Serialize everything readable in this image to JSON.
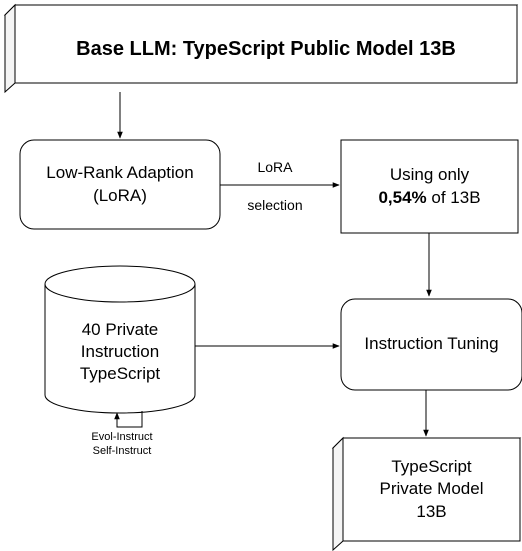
{
  "nodes": {
    "base": {
      "title": "Base LLM: TypeScript Public Model 13B"
    },
    "lora": {
      "line1": "Low-Rank Adaption",
      "line2": "(LoRA)"
    },
    "using": {
      "line1": "Using only",
      "percent": "0,54%",
      "suffix": " of 13B"
    },
    "private_data": {
      "line1": "40 Private",
      "line2": "Instruction",
      "line3": "TypeScript"
    },
    "tuning": {
      "label": "Instruction Tuning"
    },
    "private_model": {
      "line1": "TypeScript",
      "line2": "Private Model",
      "line3": "13B"
    }
  },
  "edges": {
    "lora_selection": {
      "line1": "LoRA",
      "line2": "selection"
    },
    "self_loop": {
      "line1": "Evol-Instruct",
      "line2": "Self-Instruct"
    }
  },
  "colors": {
    "stroke": "#000000",
    "fill": "#ffffff",
    "shade": "#f5f5f5"
  }
}
